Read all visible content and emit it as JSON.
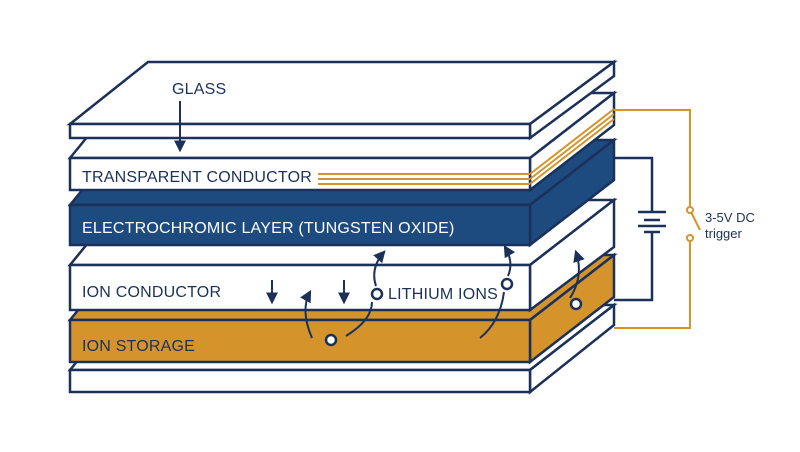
{
  "colors": {
    "navy": "#1c3159",
    "blue": "#1d4a7f",
    "gold": "#d4942b",
    "white": "#ffffff"
  },
  "labels": {
    "glass": "GLASS",
    "transparent_conductor": "TRANSPARENT CONDUCTOR",
    "electrochromic_layer": "ELECTROCHROMIC LAYER (TUNGSTEN OXIDE)",
    "ion_conductor": "ION CONDUCTOR",
    "lithium_ions": "LITHIUM IONS",
    "ion_storage": "ION STORAGE",
    "voltage_line1": "3-5V DC",
    "voltage_line2": "trigger"
  },
  "icons": [
    "battery-icon",
    "switch-icon",
    "arrow-down-icon",
    "lithium-ion-circle-icon"
  ]
}
